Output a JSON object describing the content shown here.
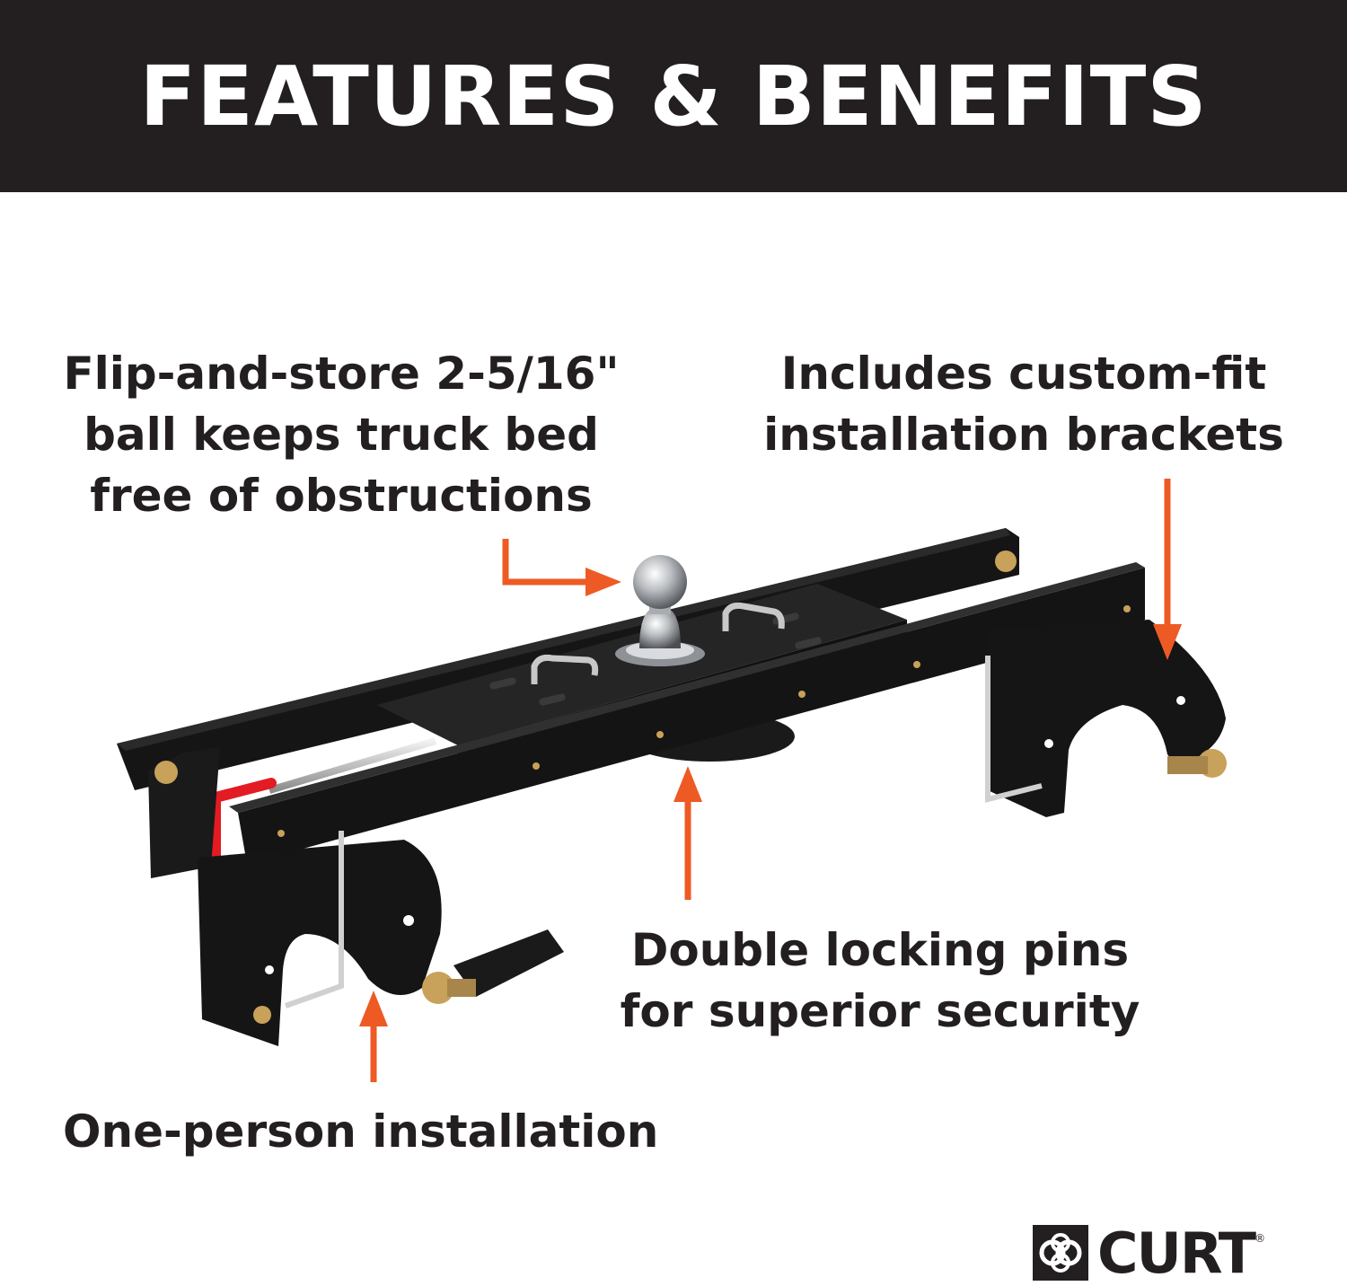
{
  "header": {
    "title": "FEATURES & BENEFITS"
  },
  "callouts": {
    "ball": [
      "Flip-and-store 2-5/16\"",
      "ball keeps truck bed",
      "free of obstructions"
    ],
    "brackets": [
      "Includes custom-fit",
      "installation brackets"
    ],
    "pins": [
      "Double locking pins",
      "for superior security"
    ],
    "install": [
      "One-person installation"
    ]
  },
  "brand": {
    "name": "CURT",
    "mark": "®"
  },
  "colors": {
    "header_bg": "#231f20",
    "arrow": "#ee5a24",
    "steel": "#1c1c1c",
    "brass": "#c8a15a"
  }
}
